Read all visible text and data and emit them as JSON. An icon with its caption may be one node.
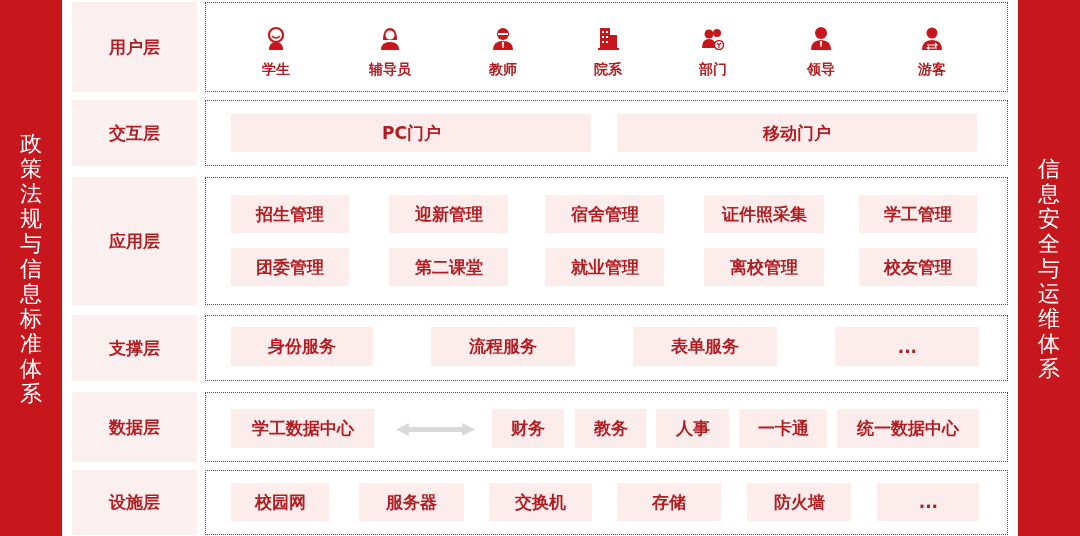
{
  "diagram": {
    "nodes": [
      {
        "text": [
          "政策法规与信息标准体系"
        ]
      },
      {
        "text": [
          "用户层"
        ]
      },
      {
        "text": [],
        "shape": "box"
      },
      {
        "text": [
          "交互层"
        ]
      },
      {
        "text": [],
        "shape": "box"
      },
      {
        "text": [
          "PC门户"
        ],
        "in": 4
      },
      {
        "text": [
          "移动门户"
        ],
        "in": 4
      },
      {
        "text": [
          "应用层"
        ]
      },
      {
        "text": [],
        "shape": "box"
      },
      {
        "text": [
          "招生管理"
        ],
        "in": 8
      },
      {
        "text": [
          "迎新管理"
        ],
        "in": 8
      },
      {
        "text": [
          "宿舍管理"
        ],
        "in": 8
      },
      {
        "text": [
          "证件照采集"
        ],
        "in": 8
      },
      {
        "text": [
          "学工管理"
        ],
        "in": 8
      },
      {
        "text": [
          "团委管理"
        ],
        "in": 8
      },
      {
        "text": [
          "第二课堂"
        ],
        "in": 8
      },
      {
        "text": [
          "就业管理"
        ],
        "in": 8
      },
      {
        "text": [
          "离校管理"
        ],
        "in": 8
      },
      {
        "text": [
          "校友管理"
        ],
        "in": 8
      },
      {
        "text": [
          "支撑层"
        ]
      },
      {
        "text": [],
        "shape": "box"
      },
      {
        "text": [
          "身份服务"
        ],
        "in": 20
      },
      {
        "text": [
          "流程服务"
        ],
        "in": 20
      },
      {
        "text": [
          "表单服务"
        ],
        "in": 20
      },
      {
        "text": [
          "..."
        ],
        "in": 20
      },
      {
        "text": [
          "数据层"
        ]
      },
      {
        "text": [],
        "shape": "box"
      },
      {
        "text": [
          "学工数据中心"
        ],
        "in": 26
      },
      {
        "text": [
          "财务"
        ],
        "in": 26
      },
      {
        "text": [
          "教务"
        ],
        "in": 26
      },
      {
        "text": [
          "人事"
        ],
        "in": 26
      },
      {
        "text": [
          "一卡通"
        ],
        "in": 26
      },
      {
        "text": [
          "统一数据中心"
        ],
        "in": 26
      },
      {
        "text": [
          "设施层"
        ]
      },
      {
        "text": [],
        "shape": "box"
      },
      {
        "text": [
          "校园网"
        ],
        "in": 34
      },
      {
        "text": [
          "服务器"
        ],
        "in": 34
      },
      {
        "text": [
          "交换机"
        ],
        "in": 34
      },
      {
        "text": [
          "存储"
        ],
        "in": 34
      },
      {
        "text": [
          "防火墙"
        ],
        "in": 34
      },
      {
        "text": [
          "..."
        ],
        "in": 34
      },
      {
        "text": [
          "信息安全与运维体系"
        ]
      }
    ],
    "edges": [
      {
        "from": 27,
        "to": 28,
        "arrow": "both",
        "color": "#d9d9d9"
      }
    ],
    "labels": [
      "学生",
      "辅导员",
      "教师",
      "院系",
      "部门",
      "领导",
      "游客"
    ]
  }
}
